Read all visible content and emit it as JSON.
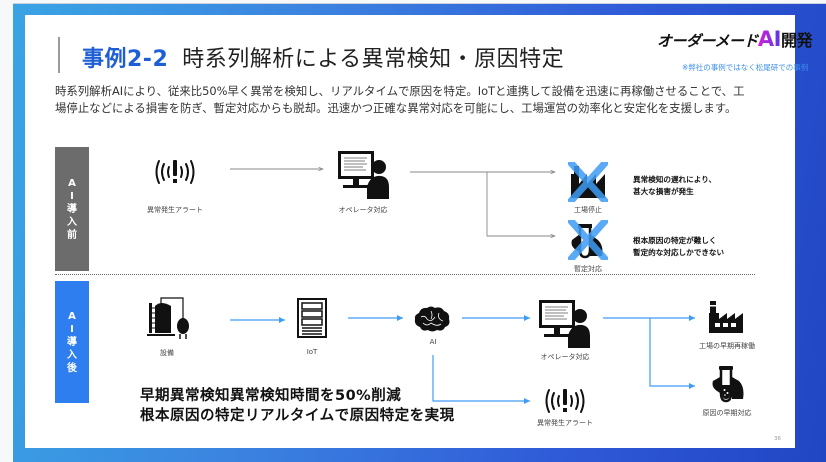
{
  "header": {
    "case_label": "事例2-2",
    "title": "時系列解析による異常検知・原因特定",
    "logo_text": "オーダーメード",
    "logo_ai": "AI",
    "logo_suffix": "開発",
    "note": "※弊社の事例ではなく松尾研での事例"
  },
  "description": "時系列解析AIにより、従来比50%早く異常を検知し、リアルタイムで原因を特定。IoTと連携して設備を迅速に再稼働させることで、工場停止などによる損害を防ぎ、暫定対応からも脱却。迅速かつ正確な異常対応を可能にし、工場運営の効率化と安定化を支援します。",
  "before": {
    "band_label": [
      "A",
      "I",
      "導",
      "入",
      "前"
    ],
    "nodes": {
      "alert": {
        "label": "異常発生アラート",
        "icon": "alert-signal-icon"
      },
      "operator": {
        "label": "オペレータ対応",
        "icon": "operator-computer-icon"
      },
      "factory_stop": {
        "label": "工場停止",
        "icon": "factory-icon",
        "crossed": true
      },
      "temp_fix": {
        "label": "暫定対応",
        "icon": "test-tube-icon",
        "crossed": true
      }
    },
    "reasons": {
      "factory_stop": [
        "異常検知の遅れにより、",
        "甚大な損害が発生"
      ],
      "temp_fix": [
        "根本原因の特定が難しく",
        "暫定的な対応しかできない"
      ]
    },
    "colors": {
      "band": "#6c6c6c",
      "arrow": "#8a8a8a",
      "cross": "#3e9cf5"
    }
  },
  "after": {
    "band_label": [
      "A",
      "I",
      "導",
      "入",
      "後"
    ],
    "nodes": {
      "equipment": {
        "label": "設備",
        "icon": "equipment-tank-icon"
      },
      "iot": {
        "label": "IoT",
        "icon": "server-icon"
      },
      "ai": {
        "label": "AI",
        "icon": "brain-icon"
      },
      "operator": {
        "label": "オペレータ対応",
        "icon": "operator-computer-icon"
      },
      "alert": {
        "label": "異常発生アラート",
        "icon": "alert-signal-icon"
      },
      "factory_restart": {
        "label": "工場の早期再稼働",
        "icon": "factory-icon"
      },
      "root_cause": {
        "label": "原因の早期対応",
        "icon": "test-tube-icon"
      }
    },
    "highlights": [
      "早期異常検知異常検知時間を50%削減",
      "根本原因の特定リアルタイムで原因特定を実現"
    ],
    "colors": {
      "band": "#2f7ef0",
      "arrow": "#3e9cf5"
    }
  },
  "page_number": "36"
}
